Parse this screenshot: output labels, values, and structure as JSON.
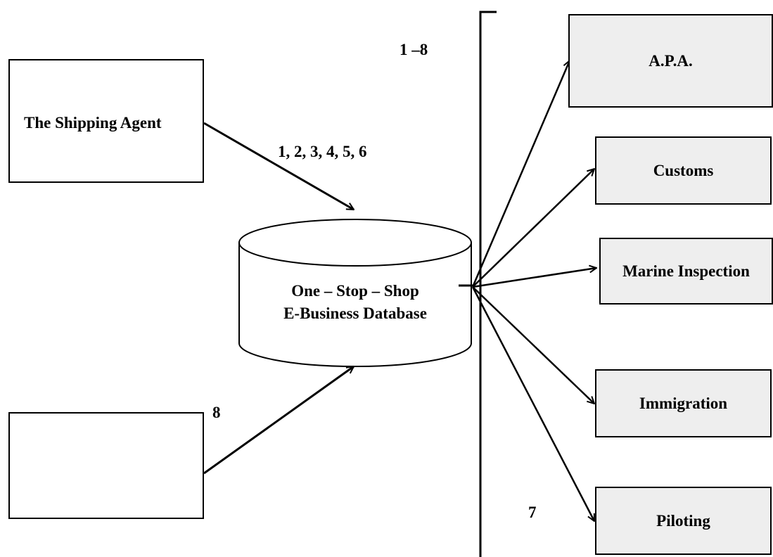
{
  "agent": {
    "label": "The Shipping Agent"
  },
  "database": {
    "line1": "One – Stop – Shop",
    "line2": "E-Business Database"
  },
  "agencies": [
    {
      "label": "A.P.A."
    },
    {
      "label": "Customs"
    },
    {
      "label": "Marine Inspection"
    },
    {
      "label": "Immigration"
    },
    {
      "label": "Piloting"
    }
  ],
  "step_labels": {
    "agent_steps": "1, 2, 3, 4, 5, 6",
    "vessel_step": "8",
    "all_steps": "1 –8",
    "piloting_step": "7"
  },
  "icons": {
    "agent": "businessman-icon",
    "vessel": "ship-icon"
  }
}
